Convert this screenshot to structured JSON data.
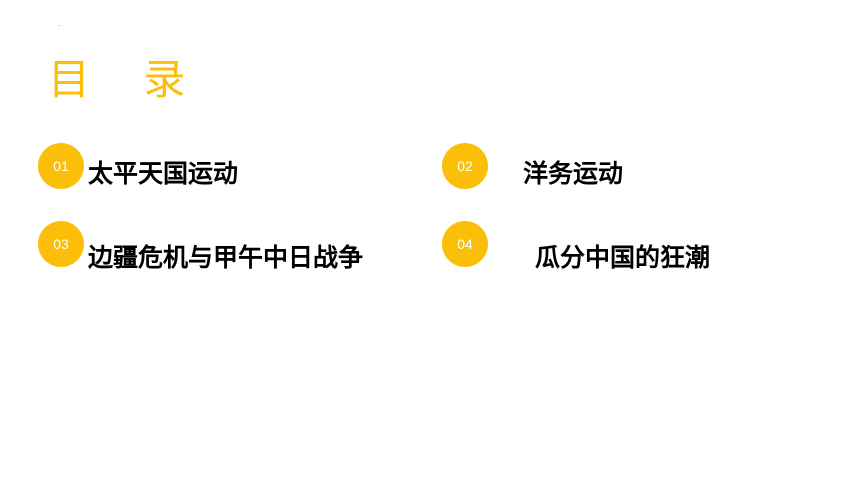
{
  "title": "目    录",
  "items": [
    {
      "number": "01",
      "label": "太平天国运动"
    },
    {
      "number": "02",
      "label": "洋务运动"
    },
    {
      "number": "03",
      "label": "边疆危机与甲午中日战争"
    },
    {
      "number": "04",
      "label": "瓜分中国的狂潮"
    }
  ],
  "colors": {
    "accent": "#fbbf0a",
    "text": "#000000",
    "badge_text": "#ffffff"
  }
}
